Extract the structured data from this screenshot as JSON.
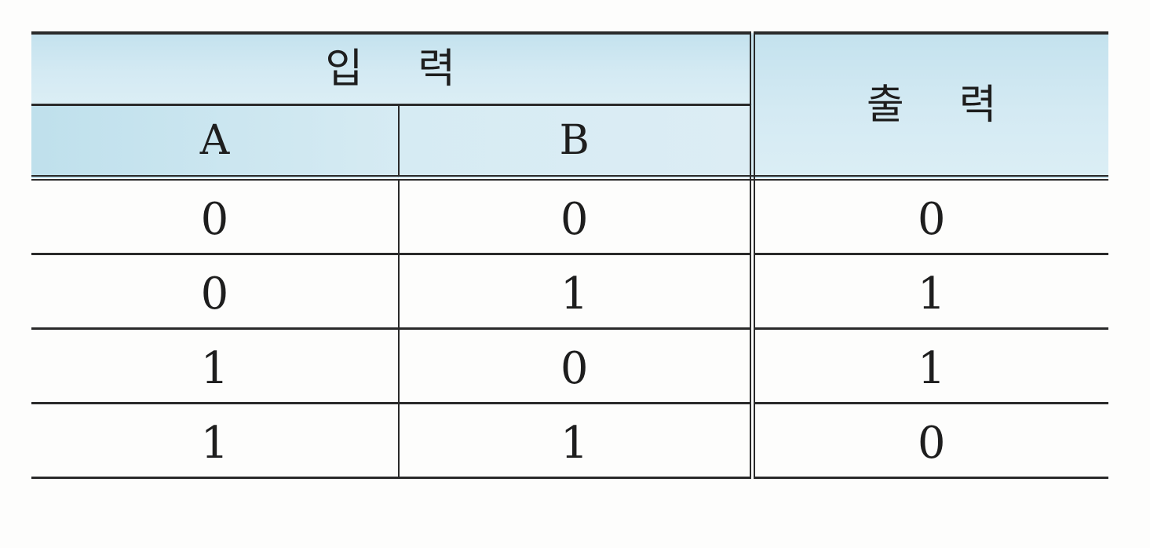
{
  "table": {
    "header": {
      "input_label": "입력",
      "output_label": "출력",
      "columns": [
        "A",
        "B"
      ]
    },
    "rows": [
      {
        "a": "0",
        "b": "0",
        "out": "0"
      },
      {
        "a": "0",
        "b": "1",
        "out": "1"
      },
      {
        "a": "1",
        "b": "0",
        "out": "1"
      },
      {
        "a": "1",
        "b": "1",
        "out": "0"
      }
    ]
  },
  "colors": {
    "header_fill": "#cfe7f1",
    "rule": "#2a2a2a",
    "background": "#fdfdfc"
  }
}
